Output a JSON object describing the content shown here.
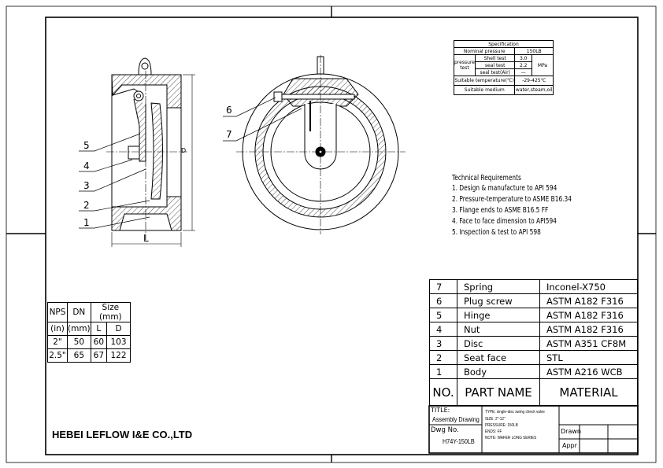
{
  "specification": {
    "title": "Specification",
    "nominal_pressure_label": "Nominal pressure",
    "nominal_pressure_value": "150LB",
    "pressure_test_label": "pressure test",
    "shell_test_label": "Shell test",
    "shell_test_value": "3.0",
    "seal_test_label": "seal test",
    "seal_test_value": "2.2",
    "unit": "MPa",
    "seal_test_air_label": "seal test(Air)",
    "seal_test_air_value": "—",
    "temperature_label": "Suitable temperature(℃)",
    "temperature_value": "-29-425℃",
    "medium_label": "Suitable medium",
    "medium_value": "water,steam,oil"
  },
  "technical_requirements": {
    "title": "Technical Requirements",
    "items": [
      "1. Design & manufacture to API 594",
      "2. Pressure-temperature to ASME B16.34",
      "3. Flange ends to ASME B16.5  FF",
      "4. Face to face dimension to API594",
      "5. Inspection & test to API 598"
    ]
  },
  "callouts": {
    "c1": "1",
    "c2": "2",
    "c3": "3",
    "c4": "4",
    "c5": "5",
    "c6": "6",
    "c7": "7",
    "dim_l": "L",
    "dim_d": "D"
  },
  "size_table": {
    "h_nps": "NPS",
    "h_dn": "DN",
    "h_size": "Size (mm)",
    "h_in": "(in)",
    "h_mm": "(mm)",
    "h_l": "L",
    "h_d": "D",
    "rows": [
      {
        "nps": "2\"",
        "dn": "50",
        "l": "60",
        "d": "103"
      },
      {
        "nps": "2.5\"",
        "dn": "65",
        "l": "67",
        "d": "122"
      }
    ]
  },
  "parts": {
    "rows": [
      {
        "no": "7",
        "name": "Spring",
        "material": "Inconel-X750"
      },
      {
        "no": "6",
        "name": "Plug screw",
        "material": "ASTM A182 F316"
      },
      {
        "no": "5",
        "name": "Hinge",
        "material": "ASTM A182 F316"
      },
      {
        "no": "4",
        "name": "Nut",
        "material": "ASTM A182 F316"
      },
      {
        "no": "3",
        "name": "Disc",
        "material": "ASTM A351 CF8M"
      },
      {
        "no": "2",
        "name": "Seat face",
        "material": "STL"
      },
      {
        "no": "1",
        "name": "Body",
        "material": "ASTM A216 WCB"
      }
    ],
    "header_no": "NO.",
    "header_name": "PART NAME",
    "header_material": "MATERIAL"
  },
  "title_block": {
    "title_label": "TITLE:",
    "title_value": "Assembly Drawing",
    "dwg_label": "Dwg No.",
    "dwg_value": "H74Y-150LB",
    "type": "TYPE: single-disc swing check valve",
    "size": "SIZE:   2\"-12\"",
    "pressure": "PRESSURE: 150LB",
    "ends": "ENDS:  FF",
    "note": "NOTE:  WAFER   LONG SERIES",
    "drawn_label": "Drawn",
    "appr_label": "Appr"
  },
  "company": "HEBEI LEFLOW I&E CO.,LTD"
}
